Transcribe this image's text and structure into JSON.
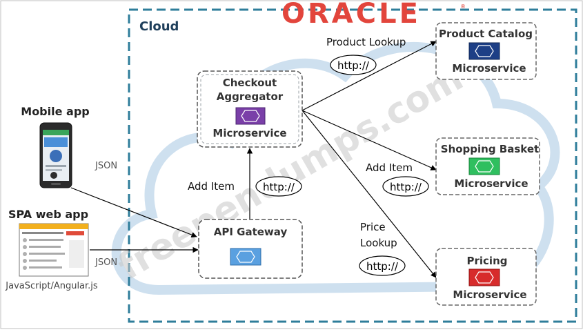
{
  "brand": {
    "logo_text": "ORACLE",
    "logo_color": "#e2453c"
  },
  "watermark": {
    "text": "freependumps.com"
  },
  "cloud": {
    "label": "Cloud",
    "border_color": "#2e7d9a",
    "shape_color": "#b9d3e8"
  },
  "clients": {
    "mobile": {
      "label": "Mobile app"
    },
    "spa": {
      "label": "SPA web app",
      "caption": "JavaScript/Angular.js"
    }
  },
  "services": {
    "checkout": {
      "title_line1": "Checkout",
      "title_line2": "Aggregator",
      "subtitle": "Microservice",
      "icon_color": "#7a3fa8"
    },
    "gateway": {
      "title": "API Gateway",
      "icon_color": "#5aa0e0"
    },
    "catalog": {
      "title": "Product Catalog",
      "subtitle": "Microservice",
      "icon_color": "#1d3f86"
    },
    "basket": {
      "title": "Shopping Basket",
      "subtitle": "Microservice",
      "icon_color": "#2fbf5f"
    },
    "pricing": {
      "title": "Pricing",
      "subtitle": "Microservice",
      "icon_color": "#d72b2b"
    }
  },
  "connections": {
    "mobile_json": "JSON",
    "spa_json": "JSON",
    "gateway_to_checkout": "Add Item",
    "checkout_to_catalog": "Product Lookup",
    "checkout_to_basket": "Add Item",
    "checkout_to_pricing_line1": "Price",
    "checkout_to_pricing_line2": "Lookup"
  },
  "protocol": {
    "gateway_checkout": "http://",
    "checkout_catalog": "http://",
    "checkout_basket": "http://",
    "checkout_pricing": "http://"
  }
}
